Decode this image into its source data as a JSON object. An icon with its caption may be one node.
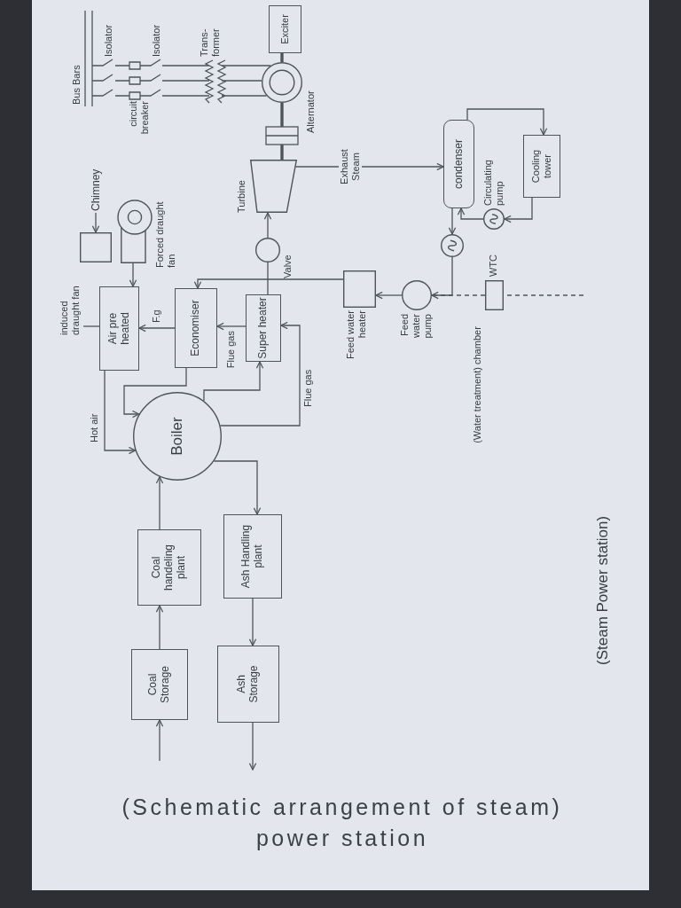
{
  "diagram": {
    "title": "(Steam Power station)",
    "caption": "(Schematic arrangement of steam) power station",
    "nodes": [
      {
        "text": [
          "Coal Storage"
        ]
      },
      {
        "text": [
          "Coal handeling plant"
        ]
      },
      {
        "text": [
          "Ash Handling plant"
        ]
      },
      {
        "text": [
          "Ash Storage"
        ]
      },
      {
        "text": [
          "Boiler"
        ]
      },
      {
        "text": [
          "Air pre heated"
        ]
      },
      {
        "text": [
          "Economiser"
        ]
      },
      {
        "text": [
          "Super heater"
        ]
      },
      {
        "text": [],
        "shape": "box",
        "beside": [
          "Feed water heater"
        ]
      },
      {
        "text": [],
        "shape": "circle",
        "beside": [
          "Valve"
        ]
      },
      {
        "text": [],
        "shape": "trapezoid",
        "beside": [
          "Turbine"
        ]
      },
      {
        "text": [],
        "shape": "circle",
        "beside": [
          "Alternator"
        ]
      },
      {
        "text": [
          "Exciter"
        ]
      },
      {
        "text": [
          "condenser"
        ]
      },
      {
        "text": [
          "Cooling tower"
        ]
      },
      {
        "text": [],
        "shape": "circle",
        "beside": [
          "Circulating pump"
        ]
      },
      {
        "text": [],
        "shape": "circle"
      },
      {
        "text": [],
        "shape": "circle",
        "beside": [
          "Feed water pump"
        ]
      },
      {
        "text": [],
        "shape": "box",
        "beside": [
          "WTC",
          "(Water treatment) chamber"
        ]
      },
      {
        "text": [],
        "shape": "fan",
        "beside": [
          "Forced draught fan"
        ]
      },
      {
        "text": [],
        "shape": "box"
      },
      {
        "text": [
          "Chimney"
        ]
      },
      {
        "text": [
          "induced draught fan"
        ]
      }
    ],
    "edges": [
      {
        "from": null,
        "to": 0,
        "arrow": "to"
      },
      {
        "from": 0,
        "to": 1,
        "arrow": "to"
      },
      {
        "from": 1,
        "to": 4,
        "arrow": "to"
      },
      {
        "from": 4,
        "to": 2,
        "arrow": "to"
      },
      {
        "from": 2,
        "to": 3,
        "arrow": "to"
      },
      {
        "from": 3,
        "to": null,
        "arrow": "to"
      },
      {
        "from": 5,
        "to": 4,
        "arrow": "to",
        "label": "Hot air"
      },
      {
        "from": 6,
        "to": 4,
        "arrow": "to"
      },
      {
        "from": 4,
        "to": 7,
        "arrow": "to"
      },
      {
        "from": 4,
        "to": 7,
        "arrow": "to",
        "label": "Flue gas"
      },
      {
        "from": 7,
        "to": 6,
        "arrow": "to",
        "label": "Flue gas"
      },
      {
        "from": 6,
        "to": 5,
        "arrow": "to",
        "label": "F.g"
      },
      {
        "from": 7,
        "to": 9,
        "arrow": "none"
      },
      {
        "from": 8,
        "to": 6,
        "arrow": "to"
      },
      {
        "from": 9,
        "to": 10,
        "arrow": "to"
      },
      {
        "from": 10,
        "to": 11,
        "arrow": "none",
        "style": "thick"
      },
      {
        "from": 12,
        "to": 11,
        "arrow": "none",
        "style": "thick"
      },
      {
        "from": 10,
        "to": 13,
        "arrow": "to",
        "label": "Exhaust Steam"
      },
      {
        "from": 13,
        "to": 14,
        "arrow": "to"
      },
      {
        "from": 14,
        "to": 15,
        "arrow": "to"
      },
      {
        "from": 15,
        "to": 13,
        "arrow": "to"
      },
      {
        "from": 13,
        "to": 16,
        "arrow": "to"
      },
      {
        "from": 16,
        "to": 17,
        "arrow": "to"
      },
      {
        "from": 17,
        "to": 8,
        "arrow": "to"
      },
      {
        "from": 18,
        "to": 17,
        "arrow": "none",
        "style": "dashed"
      },
      {
        "from": null,
        "to": 18,
        "arrow": "none",
        "style": "dashed"
      },
      {
        "from": 19,
        "to": 5,
        "arrow": "to"
      },
      {
        "from": 21,
        "to": 20,
        "arrow": "to"
      },
      {
        "from": 5,
        "to": 22,
        "arrow": "none"
      }
    ],
    "labels": [
      "Bus Bars",
      "Isolator",
      "Isolator",
      "circuit breaker",
      "Trans-former"
    ]
  }
}
